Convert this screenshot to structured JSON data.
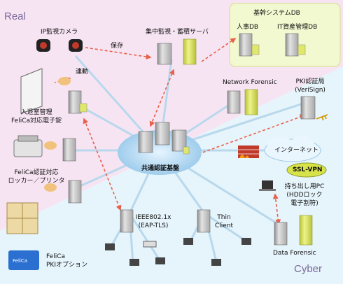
{
  "zones": {
    "real": "Real",
    "cyber": "Cyber"
  },
  "nodes": {
    "ip_camera": "IP監視カメラ",
    "central_server": "集中監視・蓄積サーバ",
    "core_db": "基幹システムDB",
    "hr_db": "人事DB",
    "it_asset_db": "IT資産管理DB",
    "save": "保存",
    "linkage": "連動",
    "room_access_1": "入退室管理",
    "room_access_2": "FeliCa対応電子錠",
    "network_forensic": "Network Forensic",
    "pki_ca_1": "PKI認証局",
    "pki_ca_2": "(VeriSign)",
    "auth_platform": "共通認証基盤",
    "internet": "インターネット",
    "ssl_vpn": "SSL-VPN",
    "felica_locker_1": "FeliCa認証対応",
    "felica_locker_2": "ロッカー／プリンタ",
    "ieee_1": "IEEE802.1x",
    "ieee_2": "(EAP-TLS)",
    "thin_client_1": "Thin",
    "thin_client_2": "Client",
    "mobile_pc_1": "持ち出し用PC",
    "mobile_pc_2": "(HDDロック",
    "mobile_pc_3": "電子割符)",
    "data_forensic": "Data Forensic",
    "felica_card": "FeliCa",
    "felica_pki_1": "FeliCa",
    "felica_pki_2": "PKIオプション"
  },
  "colors": {
    "real_zone": "#f7e4f3",
    "cyber_zone": "#e6f4fb",
    "db_zone": "#f2f8cf",
    "link": "#b8d8ec",
    "dashed_link": "#e8604a",
    "hub": "#bfe0f5",
    "server": "#d6d6d6",
    "db_cylinder": "#dfe86a"
  }
}
